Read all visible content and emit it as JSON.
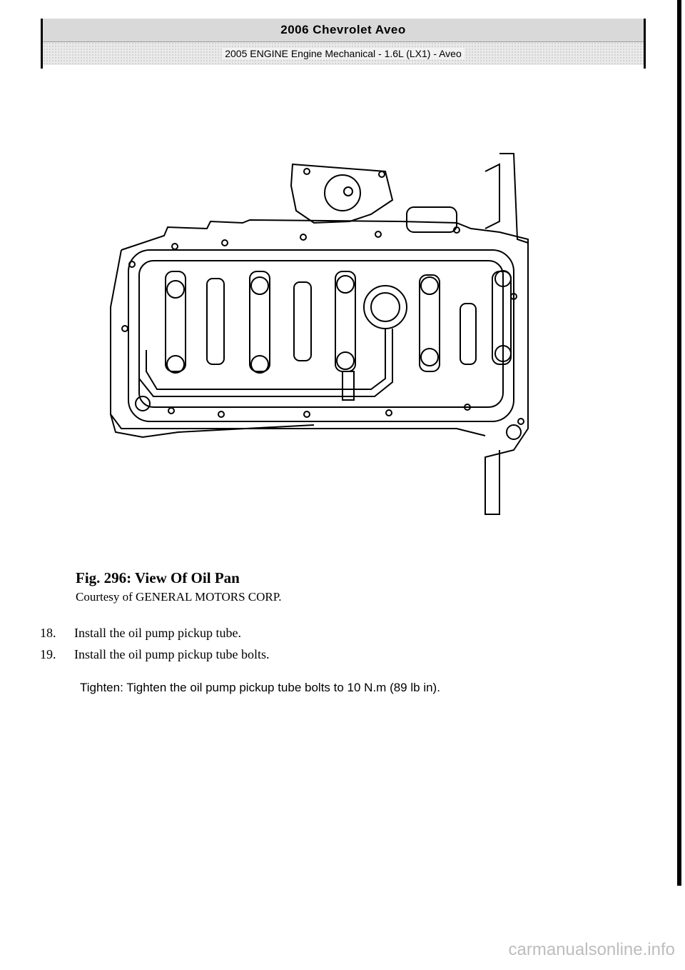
{
  "header": {
    "title": "2006 Chevrolet Aveo",
    "subtitle": "2005 ENGINE Engine Mechanical - 1.6L (LX1) - Aveo"
  },
  "figure": {
    "caption": "Fig. 296: View Of Oil Pan",
    "courtesy": "Courtesy of GENERAL MOTORS CORP."
  },
  "steps": [
    {
      "number": "18.",
      "text": "Install the oil pump pickup tube."
    },
    {
      "number": "19.",
      "text": "Install the oil pump pickup tube bolts."
    }
  ],
  "tighten": {
    "text": "Tighten: Tighten the oil pump pickup tube bolts to 10 N.m (89 lb in)."
  },
  "watermark": "carmanualsonline.info"
}
